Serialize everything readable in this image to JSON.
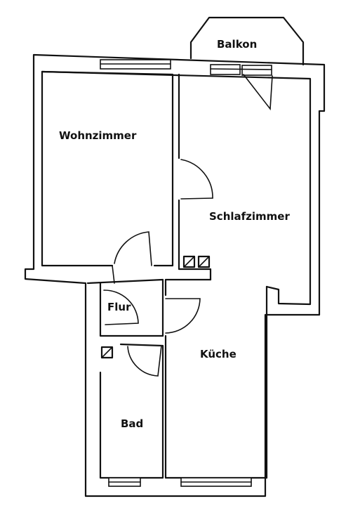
{
  "rooms": {
    "balkon": "Balkon",
    "wohnzimmer": "Wohnzimmer",
    "schlafzimmer": "Schlafzimmer",
    "flur": "Flur",
    "kueche": "Küche",
    "bad": "Bad"
  },
  "style": {
    "line_color": "#111111",
    "background": "#ffffff"
  }
}
